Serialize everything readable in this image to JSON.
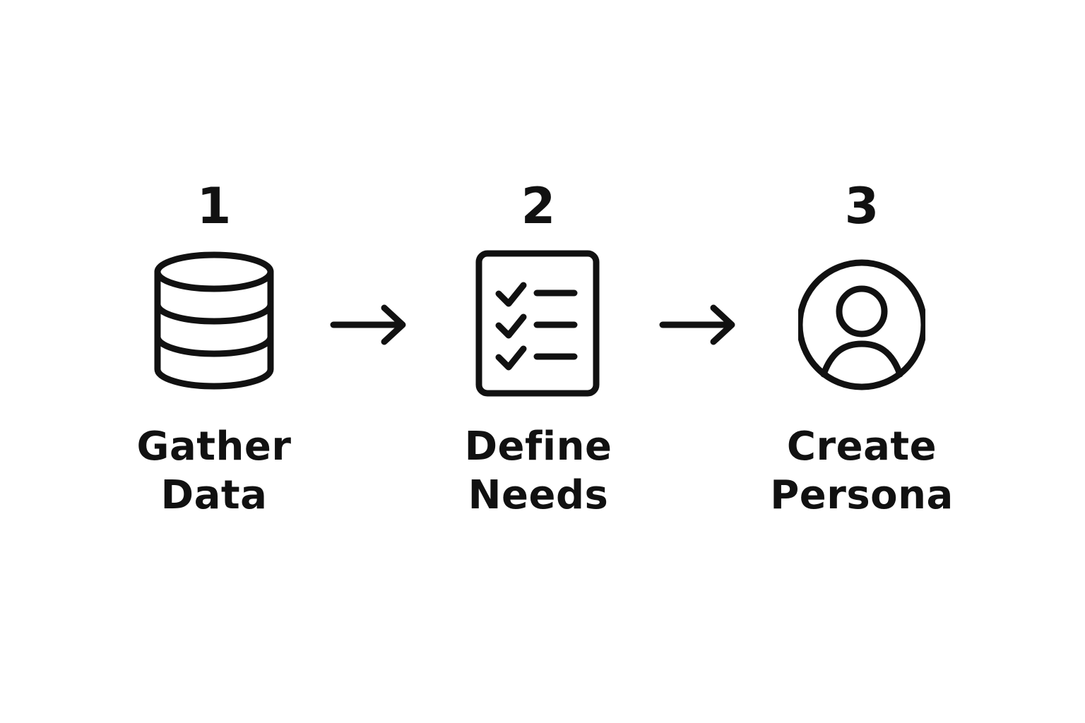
{
  "colors": {
    "ink": "#111111",
    "background": "#ffffff"
  },
  "steps": [
    {
      "number": "1",
      "icon": "database-icon",
      "label_line1": "Gather",
      "label_line2": "Data"
    },
    {
      "number": "2",
      "icon": "checklist-icon",
      "label_line1": "Define",
      "label_line2": "Needs"
    },
    {
      "number": "3",
      "icon": "user-avatar-icon",
      "label_line1": "Create",
      "label_line2": "Persona"
    }
  ],
  "connectors": [
    {
      "icon": "arrow-right-icon"
    },
    {
      "icon": "arrow-right-icon"
    }
  ]
}
